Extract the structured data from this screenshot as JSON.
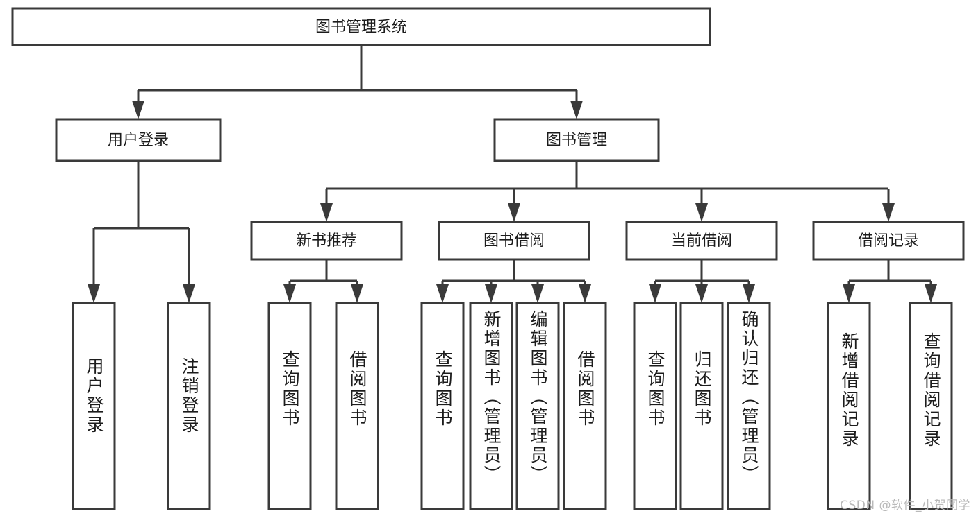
{
  "diagram": {
    "type": "tree-hierarchy",
    "title": "图书管理系统",
    "watermark": "CSDN @软件_小贺同学",
    "colors": {
      "box_stroke": "#3a3a3a",
      "box_fill": "#ffffff",
      "connector": "#3a3a3a",
      "text": "#1c1c1c",
      "watermark": "#b9b9b9",
      "background": "#ffffff"
    },
    "root": {
      "label": "图书管理系统",
      "orientation": "horizontal"
    },
    "level2": [
      {
        "label": "用户登录",
        "orientation": "horizontal"
      },
      {
        "label": "图书管理",
        "orientation": "horizontal"
      }
    ],
    "level3": [
      {
        "label": "新书推荐",
        "orientation": "horizontal"
      },
      {
        "label": "图书借阅",
        "orientation": "horizontal"
      },
      {
        "label": "当前借阅",
        "orientation": "horizontal"
      },
      {
        "label": "借阅记录",
        "orientation": "horizontal"
      }
    ],
    "leaves": {
      "user_login": [
        {
          "label": "用户登录",
          "orientation": "vertical"
        },
        {
          "label": "注销登录",
          "orientation": "vertical"
        }
      ],
      "new_book_recommend": [
        {
          "label": "查询图书",
          "orientation": "vertical"
        },
        {
          "label": "借阅图书",
          "orientation": "vertical"
        }
      ],
      "book_borrow": [
        {
          "label": "查询图书",
          "orientation": "vertical"
        },
        {
          "label": "新增图书（管理员）",
          "orientation": "vertical"
        },
        {
          "label": "编辑图书（管理员）",
          "orientation": "vertical"
        },
        {
          "label": "借阅图书",
          "orientation": "vertical"
        }
      ],
      "current_borrow": [
        {
          "label": "查询图书",
          "orientation": "vertical"
        },
        {
          "label": "归还图书",
          "orientation": "vertical"
        },
        {
          "label": "确认归还（管理员）",
          "orientation": "vertical"
        }
      ],
      "borrow_record": [
        {
          "label": "新增借阅记录",
          "orientation": "vertical"
        },
        {
          "label": "查询借阅记录",
          "orientation": "vertical"
        }
      ]
    }
  }
}
